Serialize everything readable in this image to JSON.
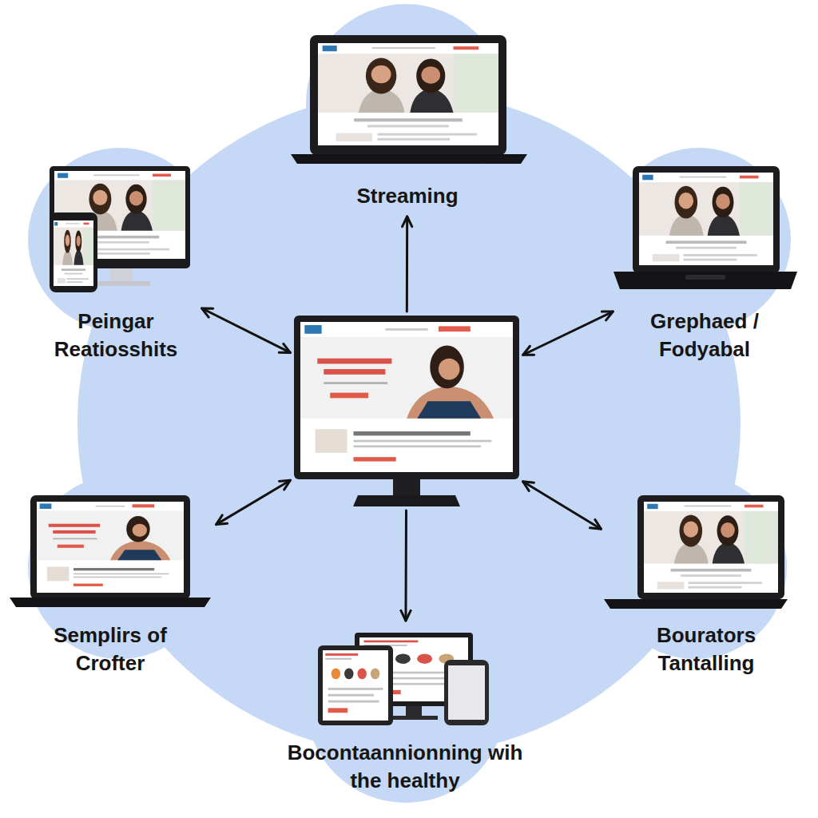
{
  "diagram": {
    "nodes": [
      {
        "text": [
          "Streaming"
        ]
      },
      {
        "text": [
          "Peingar Reatiosshits"
        ]
      },
      {
        "text": [
          "Grephaed / Fodyabal"
        ]
      },
      {
        "text": []
      },
      {
        "text": [
          "Semplirs of Crofter"
        ]
      },
      {
        "text": [
          "Bourators Tantalling"
        ]
      },
      {
        "text": [
          "Bocontaannionning wih the healthy"
        ]
      }
    ],
    "edges": [
      {
        "from": 3,
        "to": 0,
        "arrow": "to"
      },
      {
        "from": 3,
        "to": 1,
        "arrow": "both"
      },
      {
        "from": 3,
        "to": 2,
        "arrow": "both"
      },
      {
        "from": 3,
        "to": 4,
        "arrow": "both"
      },
      {
        "from": 3,
        "to": 5,
        "arrow": "both"
      },
      {
        "from": 3,
        "to": 6,
        "arrow": "to"
      }
    ]
  }
}
